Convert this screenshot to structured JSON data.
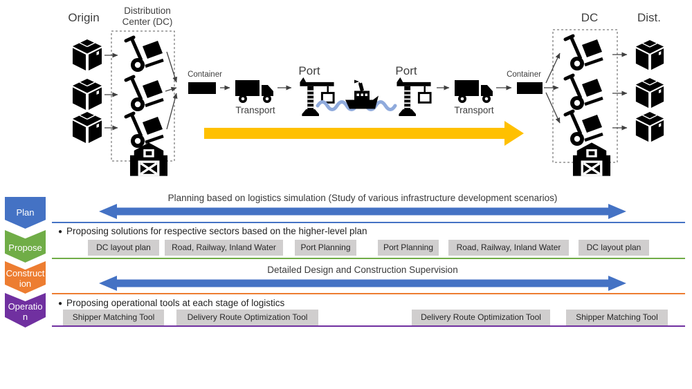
{
  "bullet_char": "●",
  "flow": {
    "origin_label": "Origin",
    "dc_left_label_line1": "Distribution",
    "dc_left_label_line2": "Center (DC)",
    "container_left_label": "Container",
    "transport_left_label": "Transport",
    "port_left_label": "Port",
    "port_right_label": "Port",
    "transport_right_label": "Transport",
    "container_right_label": "Container",
    "dc_right_label": "DC",
    "dist_label": "Dist.",
    "colors": {
      "icon_black": "#000000",
      "flow_arrow_yellow": "#FFC000",
      "wave_blue": "#8FAADC",
      "label_gray": "#3F3F3F"
    }
  },
  "phases": [
    {
      "label": "Plan",
      "chevron_color": "#4472C4",
      "divider_color": "#4472C4",
      "arrow_color": "#4472C4",
      "arrow_text": "Planning based on logistics simulation (Study of various infrastructure development scenarios)"
    },
    {
      "label": "Propose",
      "chevron_color": "#70AD47",
      "divider_color": "#70AD47",
      "box_bg": "#D0CECE",
      "bullet_text": "Proposing solutions for respective sectors based on the higher-level plan",
      "boxes": [
        "DC layout plan",
        "Road, Railway, Inland Water",
        "Port Planning",
        "Port Planning",
        "Road, Railway, Inland Water",
        "DC layout plan"
      ]
    },
    {
      "label": "Construction",
      "chevron_color": "#ED7D31",
      "divider_color": "#ED7D31",
      "arrow_color": "#4472C4",
      "arrow_text": "Detailed Design and Construction Supervision"
    },
    {
      "label": "Operation",
      "chevron_color": "#7030A0",
      "divider_color": "#7030A0",
      "box_bg": "#D0CECE",
      "bullet_text": "Proposing operational tools at each stage of logistics",
      "boxes": [
        "Shipper Matching Tool",
        "Delivery Route Optimization Tool",
        "Delivery Route Optimization Tool",
        "Shipper Matching Tool"
      ]
    }
  ]
}
